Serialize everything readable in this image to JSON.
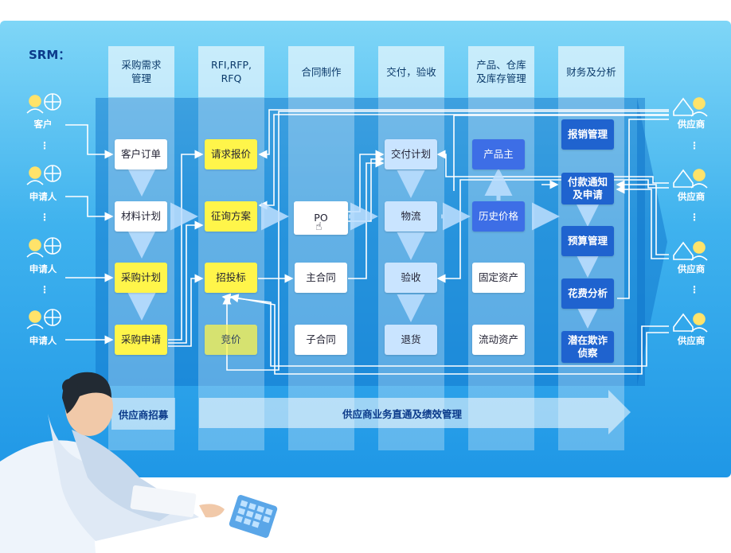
{
  "title": "SRM：",
  "columns": [
    "采购需求\n管理",
    "RFI,RFP,\nRFQ",
    "合同制作",
    "交付，验收",
    "产品、仓库\n及库存管理",
    "财务及分析"
  ],
  "left_actors": [
    "客户",
    "申请人",
    "申请人",
    "申请人"
  ],
  "right_actors": [
    "供应商",
    "供应商",
    "供应商",
    "供应商"
  ],
  "ellipsis": "⋮",
  "col1": [
    "客户订单",
    "材料计划",
    "采购计划",
    "采购申请"
  ],
  "col2": [
    "请求报价",
    "征询方案",
    "招投标",
    "竞价"
  ],
  "col3": [
    "PO",
    "主合同",
    "子合同"
  ],
  "col4": [
    "交付计划",
    "物流",
    "验收",
    "退货"
  ],
  "col5": [
    "产品主",
    "历史价格",
    "固定资产",
    "流动资产"
  ],
  "col6": [
    "报销管理",
    "付款通知\n及申请",
    "预算管理",
    "花费分析",
    "潜在欺诈\n侦察"
  ],
  "bottom": {
    "left": "供应商招募",
    "right": "供应商业务直通及绩效管理"
  },
  "colors": {
    "yellow": "#fff54a",
    "dark_blue": "#1f63cf",
    "light_blue": "#c9e4ff"
  }
}
